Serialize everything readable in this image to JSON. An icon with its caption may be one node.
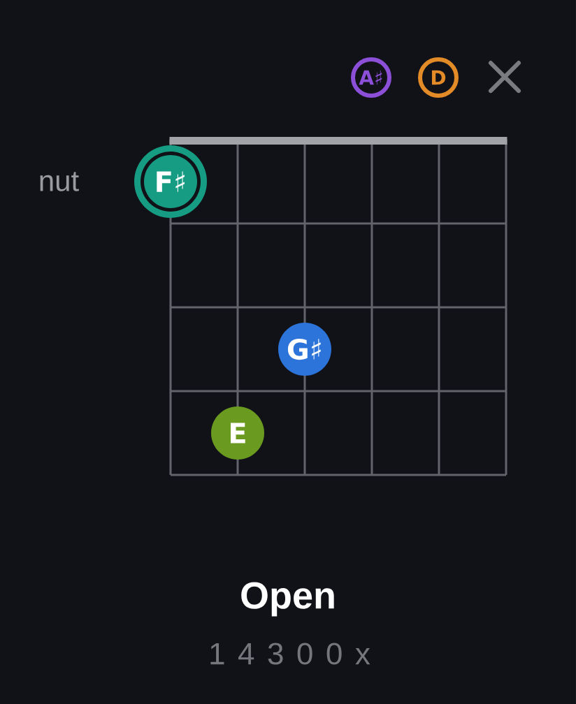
{
  "diagram": {
    "title": "Open",
    "nodes": [
      {
        "text": [
          "A♯"
        ]
      },
      {
        "text": [
          "D"
        ]
      },
      {
        "text": [
          "F♯"
        ]
      },
      {
        "text": [
          "G♯"
        ]
      },
      {
        "text": [
          "E"
        ]
      }
    ],
    "labels": [
      "nut",
      "1 4 3 0 0 x"
    ]
  }
}
